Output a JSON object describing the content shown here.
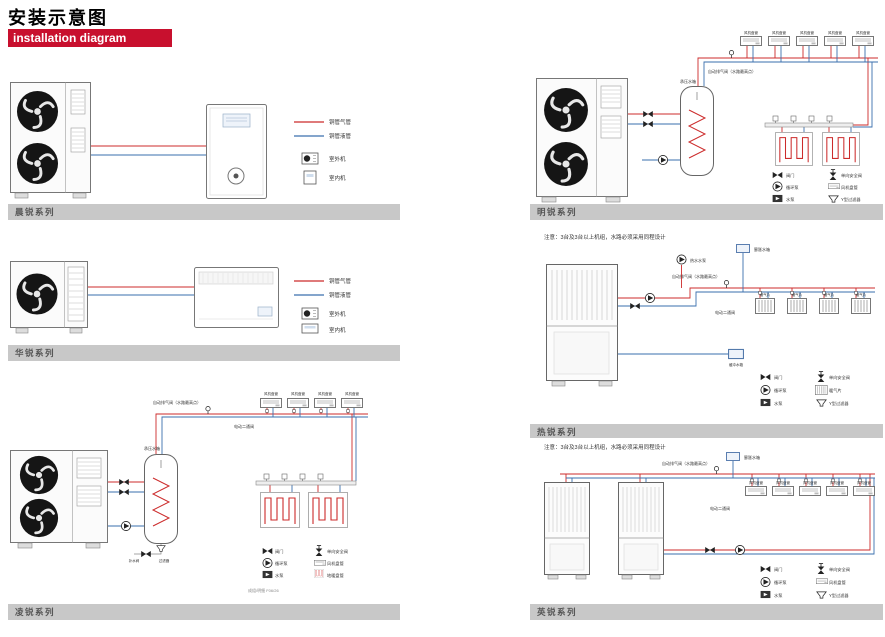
{
  "page": {
    "title": "安装示意图",
    "subtitle": "installation diagram"
  },
  "common": {
    "gas_pipe": "铜管气管",
    "liquid_pipe": "铜管液管",
    "outdoor_unit": "室外机",
    "indoor_unit": "室内机",
    "fan_coil": "风机盘管",
    "air_vent": "自动排气阀（水路最高点）",
    "two_way_valve": "电动二通阀",
    "expansion_tank": "膨胀水箱",
    "hot_water_pump": "热水水泵",
    "pressure_tank": "承压水箱",
    "buffer_tank": "缓冲水箱",
    "radiator": "暖气片",
    "makeup_valve": "补水阀",
    "filter": "过滤器",
    "note": "注意：3台及3台以上机组，水路必须采用同程设计",
    "caption": "成组/明细 F06/26"
  },
  "legend_items": {
    "valve": "阀门",
    "safety_valve": "单向安全阀",
    "circ_pump": "循环泵",
    "fan_coil": "风机盘管",
    "pump": "水泵",
    "y_filter": "Y型过滤器",
    "radiator": "暖气片",
    "floor_coil": "地暖盘管"
  },
  "sections": {
    "chenrui": {
      "name": "晨锐系列"
    },
    "mingrui": {
      "name": "明锐系列"
    },
    "huarui": {
      "name": "华锐系列"
    },
    "rerui": {
      "name": "热锐系列"
    },
    "lingrui": {
      "name": "凌锐系列"
    },
    "yingrui": {
      "name": "英锐系列"
    }
  },
  "colors": {
    "banner_red": "#c8102e",
    "pipe_red": "#cc2b2b",
    "pipe_blue": "#3a6fae",
    "bar_gray": "#c8c8c8"
  }
}
